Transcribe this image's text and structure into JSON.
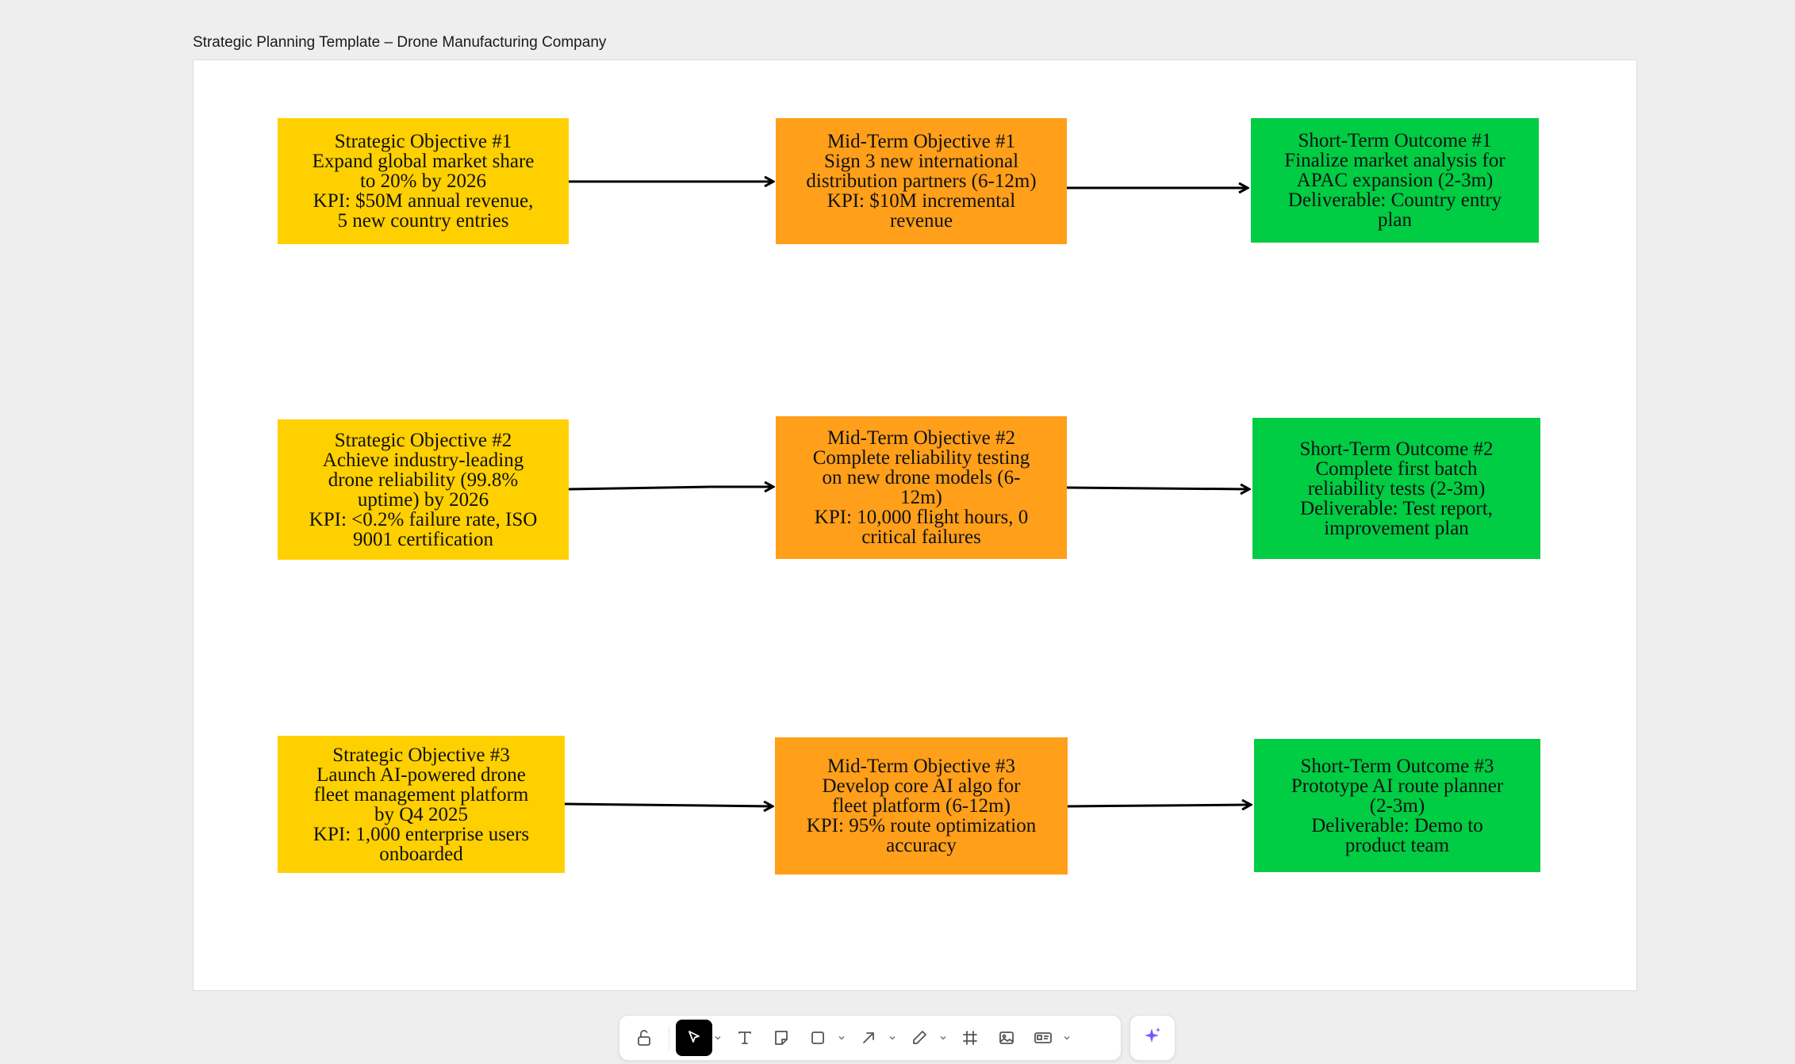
{
  "frame": {
    "title": "Strategic Planning Template – Drone Manufacturing Company"
  },
  "cards": {
    "s1": [
      "Strategic Objective #1",
      "Expand global market share",
      "to 20% by 2026",
      "KPI: $50M annual revenue,",
      "5 new country entries"
    ],
    "m1": [
      "Mid-Term Objective #1",
      "Sign 3 new international",
      "distribution partners (6-12m)",
      "KPI: $10M incremental",
      "revenue"
    ],
    "o1": [
      "Short-Term Outcome #1",
      "Finalize market analysis for",
      "APAC expansion (2-3m)",
      "Deliverable: Country entry",
      "plan"
    ],
    "s2": [
      "Strategic Objective #2",
      "Achieve industry-leading",
      "drone reliability (99.8%",
      "uptime) by 2026",
      "KPI: <0.2% failure rate, ISO",
      "9001 certification"
    ],
    "m2": [
      "Mid-Term Objective #2",
      "Complete reliability testing",
      "on new drone models (6-",
      "12m)",
      "KPI: 10,000 flight hours, 0",
      "critical failures"
    ],
    "o2": [
      "Short-Term Outcome #2",
      "Complete first batch",
      "reliability tests (2-3m)",
      "Deliverable: Test report,",
      "improvement plan"
    ],
    "s3": [
      "Strategic Objective #3",
      "Launch AI-powered drone",
      "fleet management platform",
      "by Q4 2025",
      "KPI: 1,000 enterprise users",
      "onboarded"
    ],
    "m3": [
      "Mid-Term Objective #3",
      "Develop core AI algo for",
      "fleet platform (6-12m)",
      "KPI: 95% route optimization",
      "accuracy"
    ],
    "o3": [
      "Short-Term Outcome #3",
      "Prototype AI route planner",
      "(2-3m)",
      "Deliverable: Demo to",
      "product team"
    ]
  },
  "colors": {
    "strategic": "#ffd000",
    "mid_term": "#ff9f1a",
    "short_term": "#00cc44",
    "toolbar_active": "#000000",
    "ai_accent": "#6b5cff"
  },
  "toolbar": {
    "tools": [
      "lock-icon",
      "select-icon",
      "text-icon",
      "sticky-note-icon",
      "rectangle-icon",
      "arrow-icon",
      "pen-icon",
      "frame-icon",
      "image-icon",
      "embed-icon"
    ],
    "active_tool": "select-icon",
    "ai_button": "sparkle-icon"
  }
}
